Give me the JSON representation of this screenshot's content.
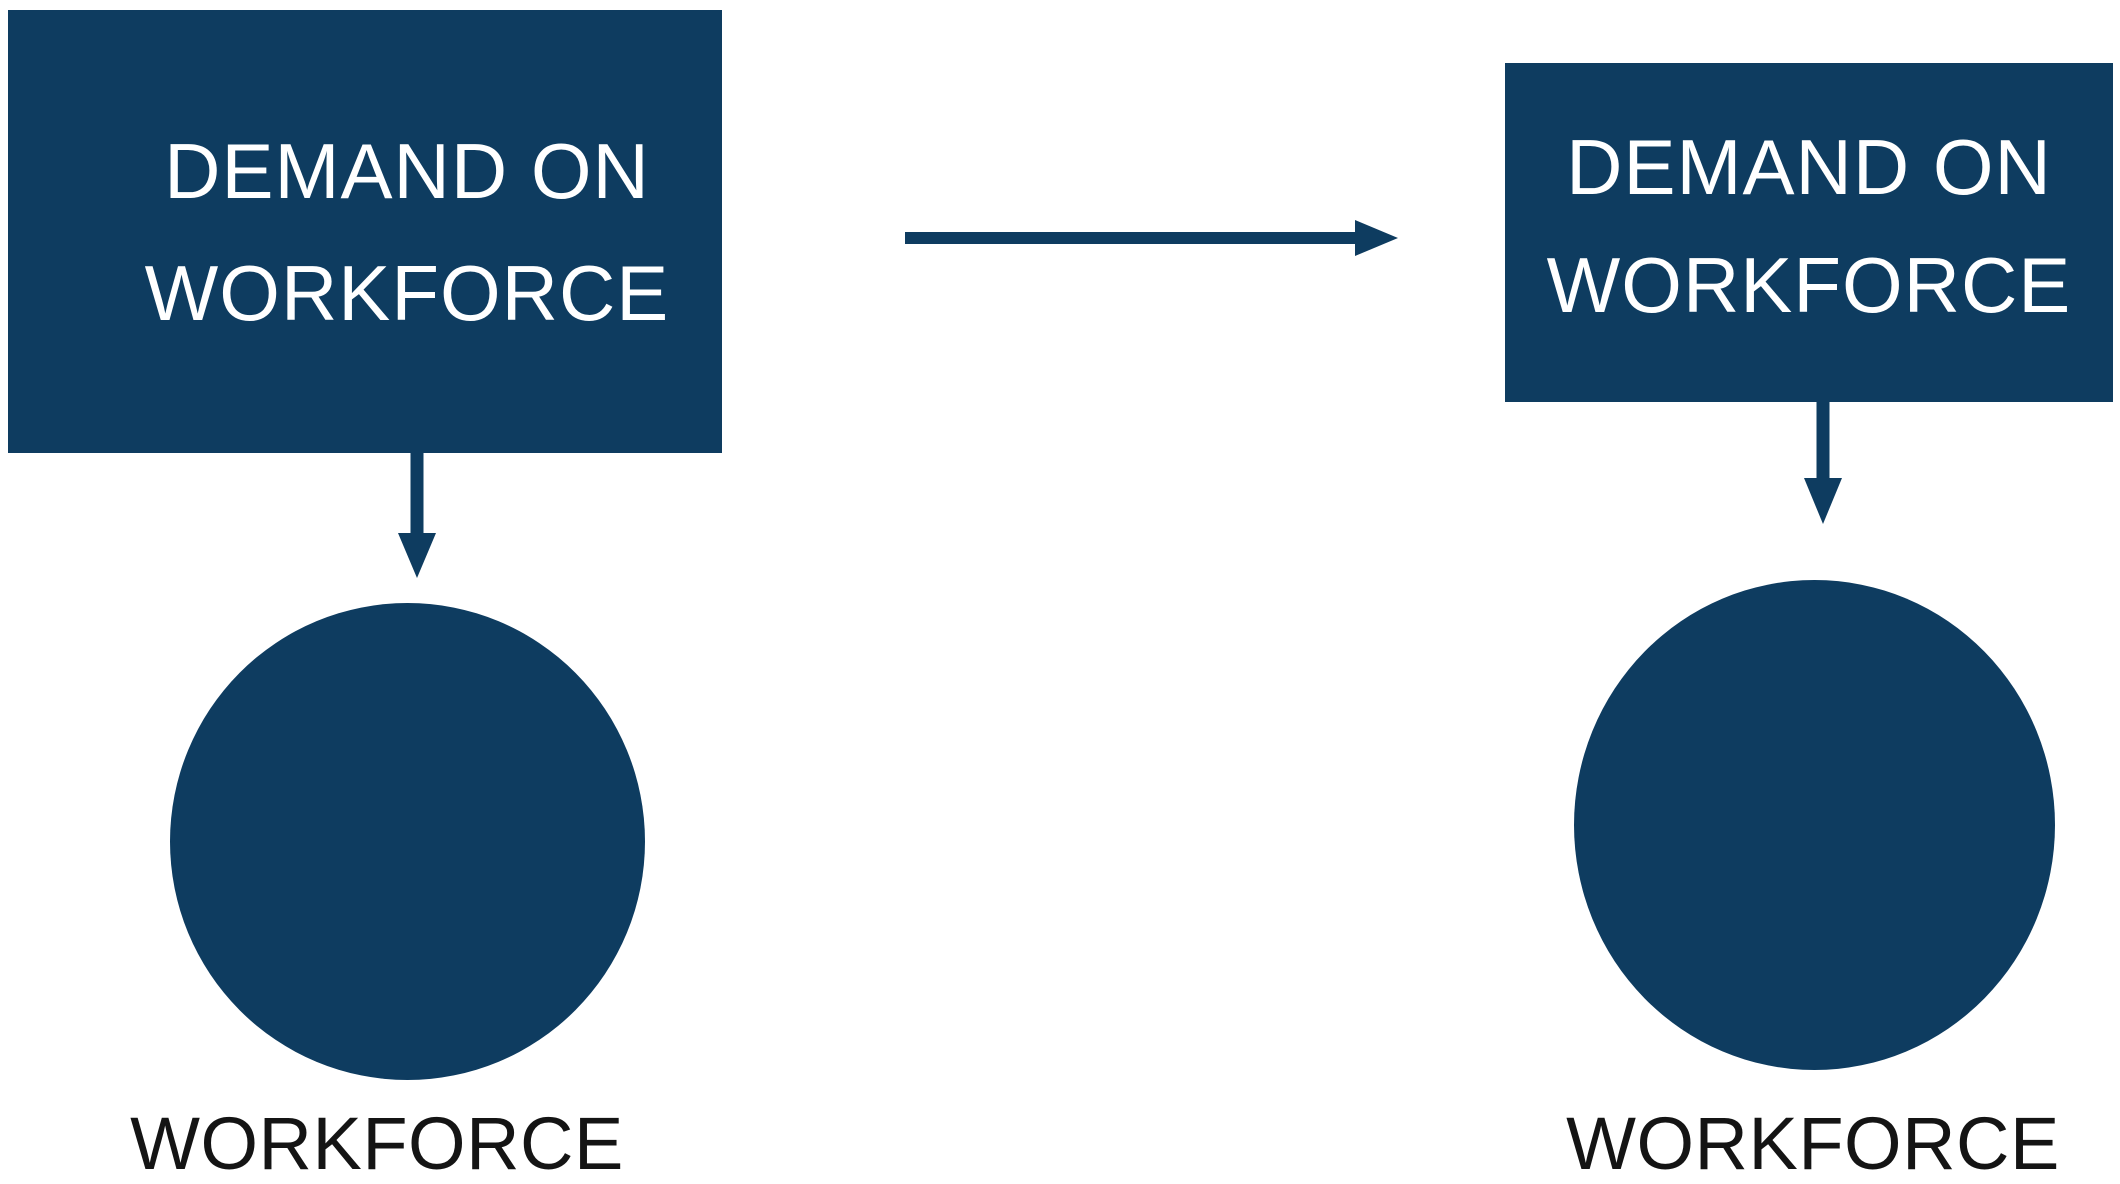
{
  "diagram": {
    "description": "Before/after diagram of demand on workforce",
    "colors": {
      "accent": "#0e3c60",
      "label": "#141414",
      "background": "#ffffff"
    },
    "icons": {
      "flow_arrow": "arrow-right",
      "demand_arrow_left": "arrow-down",
      "demand_arrow_right": "arrow-down"
    },
    "panels": [
      {
        "id": "before",
        "box": {
          "line1": "DEMAND ON",
          "line2": "WORKFORCE"
        },
        "circle_label": "WORKFORCE"
      },
      {
        "id": "after",
        "box": {
          "line1": "DEMAND ON",
          "line2": "WORKFORCE"
        },
        "circle_label": "WORKFORCE"
      }
    ]
  }
}
